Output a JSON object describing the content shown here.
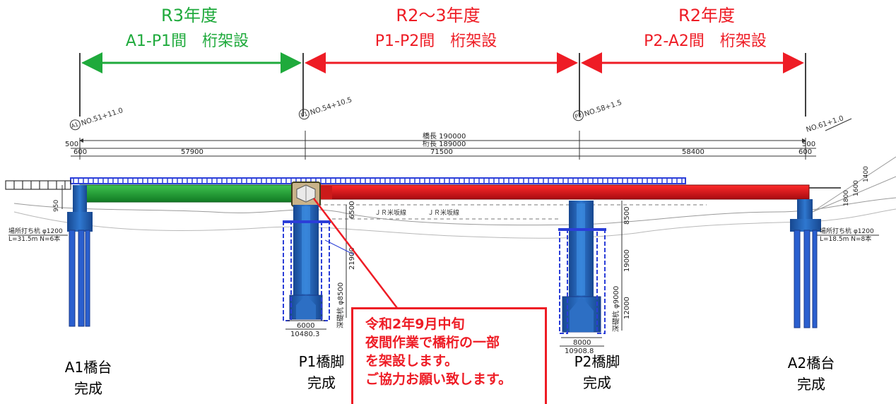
{
  "colors": {
    "green": "#1faa3c",
    "red": "#ee1c25",
    "deck": "#2b3ed8",
    "pier": "#1f5fb5"
  },
  "phases": [
    {
      "year": "R3年度",
      "span": "A1-P1間　桁架設",
      "color": "#1faa3c"
    },
    {
      "year": "R2～3年度",
      "span": "P1-P2間　桁架設",
      "color": "#ee1c25"
    },
    {
      "year": "R2年度",
      "span": "P2-A2間　桁架設",
      "color": "#ee1c25"
    }
  ],
  "stations": [
    "NO.51+11.0",
    "NO.54+10.5",
    "NO.58+1.5",
    "NO.61+1.0"
  ],
  "station_tags": [
    "A1",
    "P1",
    "P2"
  ],
  "dimensions": {
    "bridge_length": "橋長 190000",
    "girder_length": "桁長 189000",
    "left_edge": "500",
    "left_edge2": "600",
    "right_edge": "500",
    "right_edge2": "600",
    "span1": "57900",
    "span2": "71500",
    "span3": "58400",
    "p1_height_a": "6500",
    "p1_height_b": "21900",
    "p1_pile": "深礎杭 φ8500",
    "p1_foot_a": "6000",
    "p1_foot_b": "10480.3",
    "p2_height_a": "8500",
    "p2_height_b": "19000",
    "p2_height_c": "12000",
    "p2_pile": "深礎杭 φ9000",
    "p2_foot_a": "8000",
    "p2_foot_b": "10908.8",
    "a2_h1": "1400",
    "a2_h2": "1600",
    "a2_h3": "1800",
    "a1_h": "950"
  },
  "notes": {
    "jr_line1": "ＪＲ米坂線",
    "jr_line2": "ＪＲ米坂線",
    "a1_pile": "場所打ち杭 φ1200",
    "a1_pile2": "L=31.5m N=6本",
    "a2_pile": "場所打ち杭 φ1200",
    "a2_pile2": "L=18.5m N=8本"
  },
  "supports": [
    {
      "name": "A1橋台",
      "status": "完成"
    },
    {
      "name": "P1橋脚",
      "status": "完成"
    },
    {
      "name": "P2橋脚",
      "status": "完成"
    },
    {
      "name": "A2橋台",
      "status": "完成"
    }
  ],
  "notice": [
    "令和2年9月中旬",
    "夜間作業で橋桁の一部",
    "を架設します。",
    "ご協力お願い致します。"
  ]
}
